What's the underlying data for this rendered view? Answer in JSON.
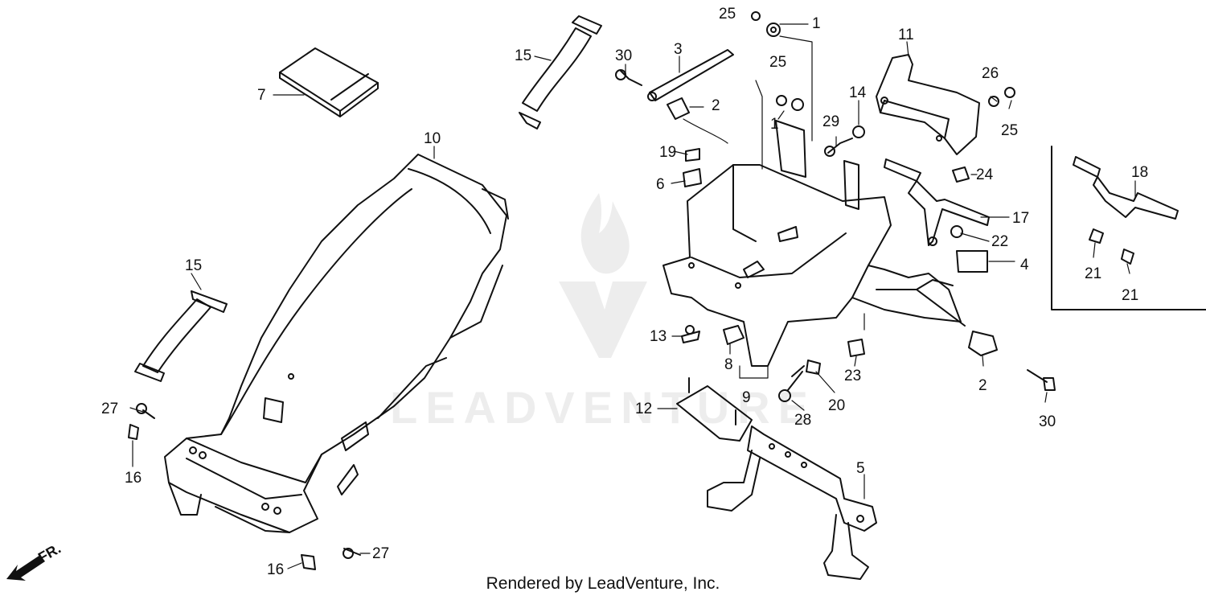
{
  "diagram": {
    "callouts": {
      "c1a": "1",
      "c1b": "1",
      "c2a": "2",
      "c2b": "2",
      "c3": "3",
      "c4": "4",
      "c5": "5",
      "c6": "6",
      "c7": "7",
      "c8": "8",
      "c9": "9",
      "c10": "10",
      "c11": "11",
      "c12": "12",
      "c13": "13",
      "c14": "14",
      "c15a": "15",
      "c15b": "15",
      "c16a": "16",
      "c16b": "16",
      "c17": "17",
      "c18": "18",
      "c19": "19",
      "c20": "20",
      "c21a": "21",
      "c21b": "21",
      "c22": "22",
      "c23": "23",
      "c24": "24",
      "c25a": "25",
      "c25b": "25",
      "c25c": "25",
      "c26": "26",
      "c27a": "27",
      "c27b": "27",
      "c28": "28",
      "c29": "29",
      "c30a": "30",
      "c30b": "30"
    },
    "front_arrow_label": "FR.",
    "watermark_text": "LEADVENTURE",
    "footer": "Rendered by LeadVenture, Inc."
  },
  "colors": {
    "line": "#111111",
    "watermark": "#ededed"
  }
}
